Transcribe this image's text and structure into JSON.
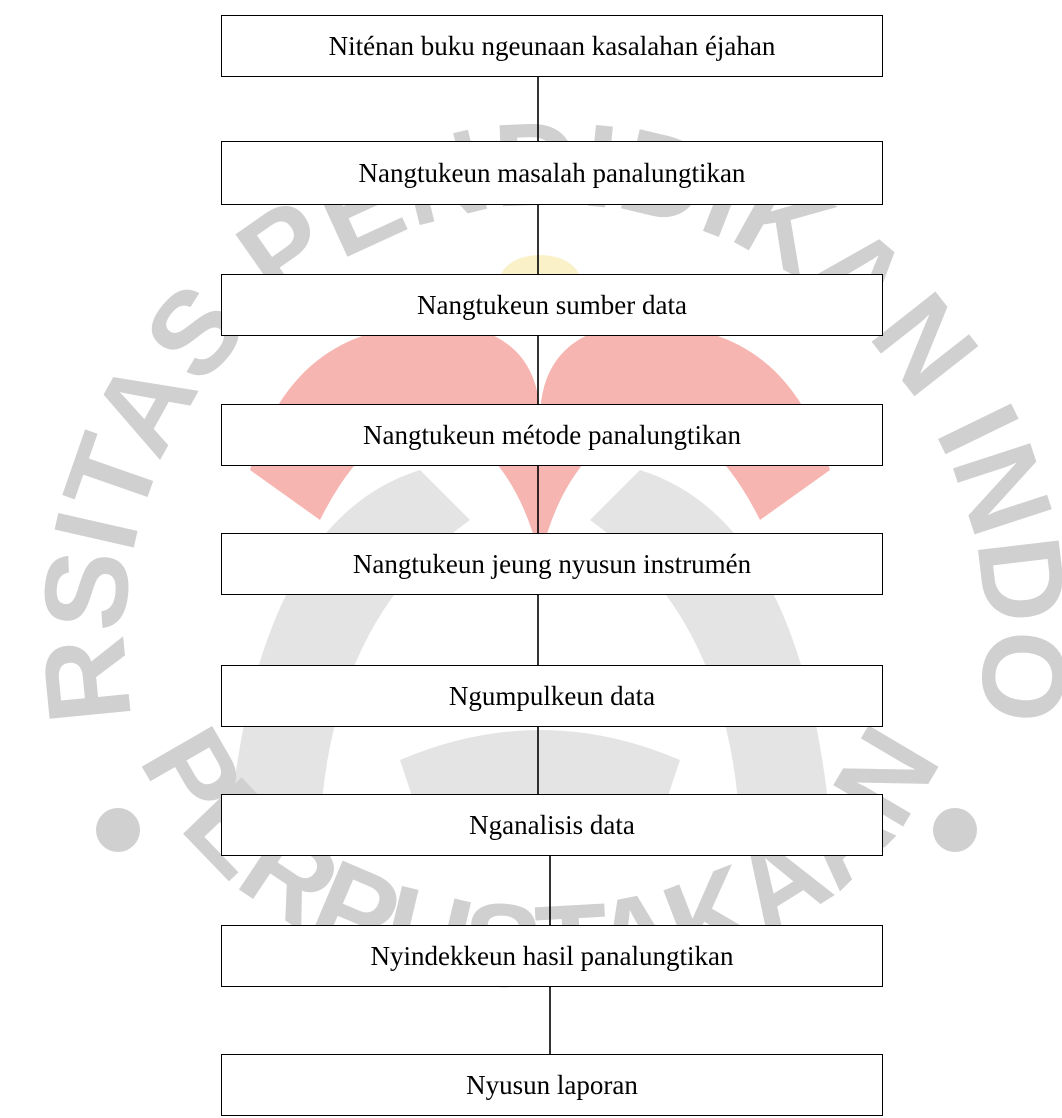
{
  "watermark": {
    "arc_top": "UNIVERSITAS PENDIDIKAN INDONESIA",
    "arc_bottom": "PERPUSTAKAAN",
    "colors": {
      "text": "#d0d0d0",
      "red": "#f4a8a2",
      "gray": "#e4e4e4",
      "yellow": "#fbf1c8"
    }
  },
  "flowchart": {
    "steps": [
      "Niténan buku ngeunaan kasalahan éjahan",
      "Nangtukeun masalah panalungtikan",
      "Nangtukeun sumber data",
      "Nangtukeun métode panalungtikan",
      "Nangtukeun jeung nyusun instrumén",
      "Ngumpulkeun data",
      "Nganalisis data",
      "Nyindekkeun hasil panalungtikan",
      "Nyusun laporan"
    ]
  }
}
